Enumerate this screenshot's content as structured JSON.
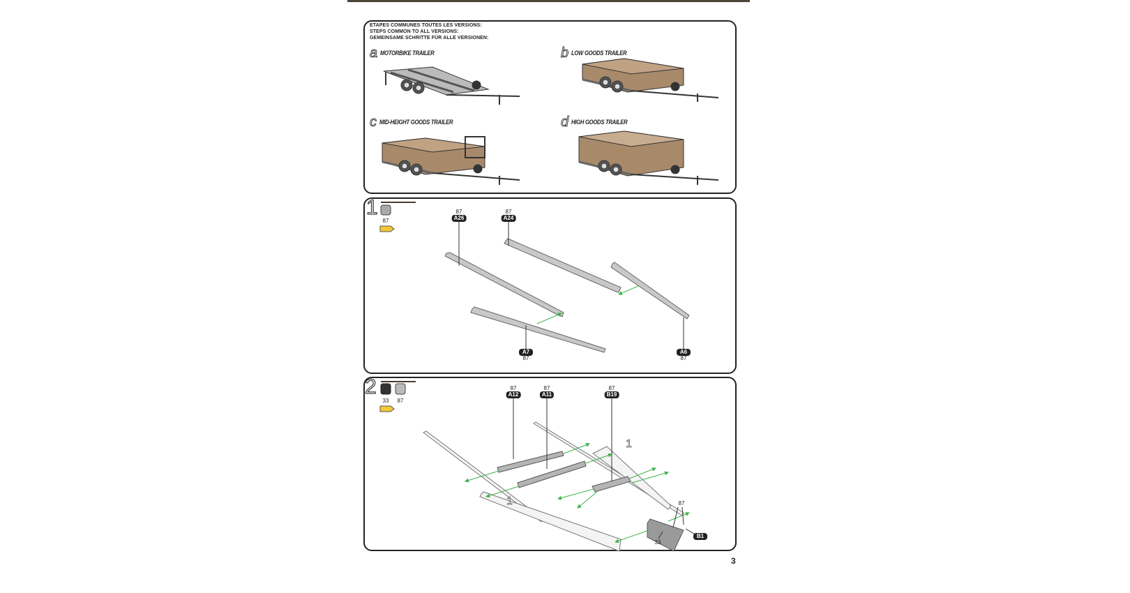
{
  "header": {
    "lines": [
      "ETAPES COMMUNES TOUTES LES VERSIONS:",
      "STEPS COMMON TO ALL VERSIONS:",
      "GEMEINSAME SCHRITTE FÜR ALLE VERSIONEN:"
    ]
  },
  "versions": [
    {
      "letter": "a",
      "label": "MOTORBIKE TRAILER"
    },
    {
      "letter": "b",
      "label": "LOW GOODS TRAILER"
    },
    {
      "letter": "c",
      "label": "MID-HEIGHT GOODS TRAILER"
    },
    {
      "letter": "d",
      "label": "HIGH GOODS TRAILER"
    }
  ],
  "step1": {
    "number": "1",
    "paints": [
      "87"
    ],
    "parts": [
      {
        "code": "A26",
        "paint": "87"
      },
      {
        "code": "A24",
        "paint": "87"
      },
      {
        "code": "A7",
        "paint": "87"
      },
      {
        "code": "A6",
        "paint": "87"
      }
    ]
  },
  "step2": {
    "number": "2",
    "paints": [
      "33",
      "87"
    ],
    "parts": [
      {
        "code": "A12",
        "paint": "87"
      },
      {
        "code": "A11",
        "paint": "87"
      },
      {
        "code": "B19",
        "paint": "87"
      },
      {
        "code": "B1",
        "paint": "87",
        "paint2": "33"
      }
    ],
    "ref_labels": [
      "1",
      "1"
    ]
  },
  "colors": {
    "arrow": "#3cb44b",
    "part_grey": "#c8c8c8",
    "wood": "#a88a6a",
    "glue": "#f2c935"
  },
  "page_number": "3"
}
